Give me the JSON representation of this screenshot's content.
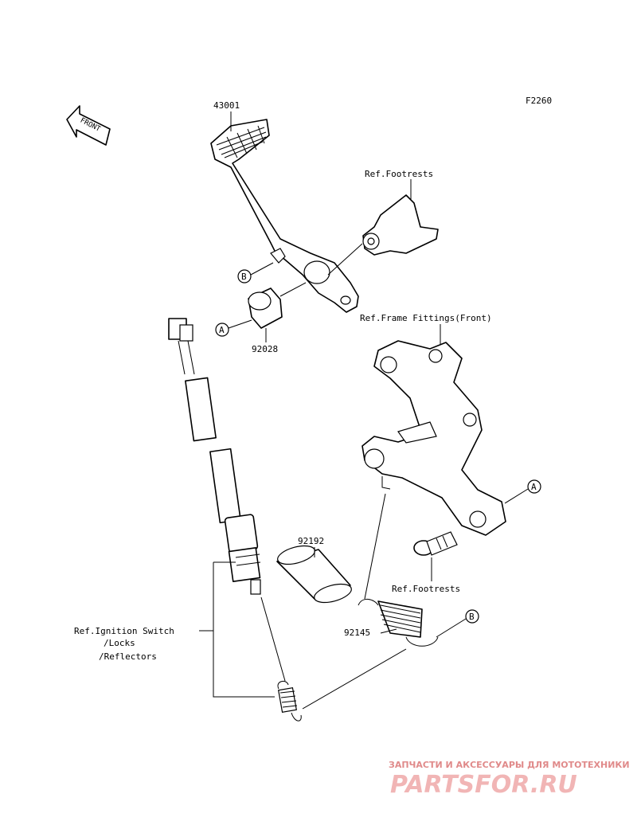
{
  "diagram_code": "F2260",
  "front_arrow": "FRONT",
  "callouts": {
    "a": "A",
    "b": "B"
  },
  "parts": [
    {
      "id": "pedal",
      "number": "43001"
    },
    {
      "id": "collar",
      "number": "92028"
    },
    {
      "id": "pipe",
      "number": "92192"
    },
    {
      "id": "spring",
      "number": "92145"
    }
  ],
  "references": {
    "footrests_top": "Ref.Footrests",
    "frame_fittings": "Ref.Frame Fittings(Front)",
    "footrests_bottom": "Ref.Footrests",
    "ignition_line1": "Ref.Ignition Switch",
    "ignition_line2": "/Locks",
    "ignition_line3": "/Reflectors"
  },
  "watermark": {
    "line1": "ЗАПЧАСТИ И АКСЕССУАРЫ ДЛЯ МОТОТЕХНИКИ",
    "line2": "PARTSFOR.RU"
  }
}
